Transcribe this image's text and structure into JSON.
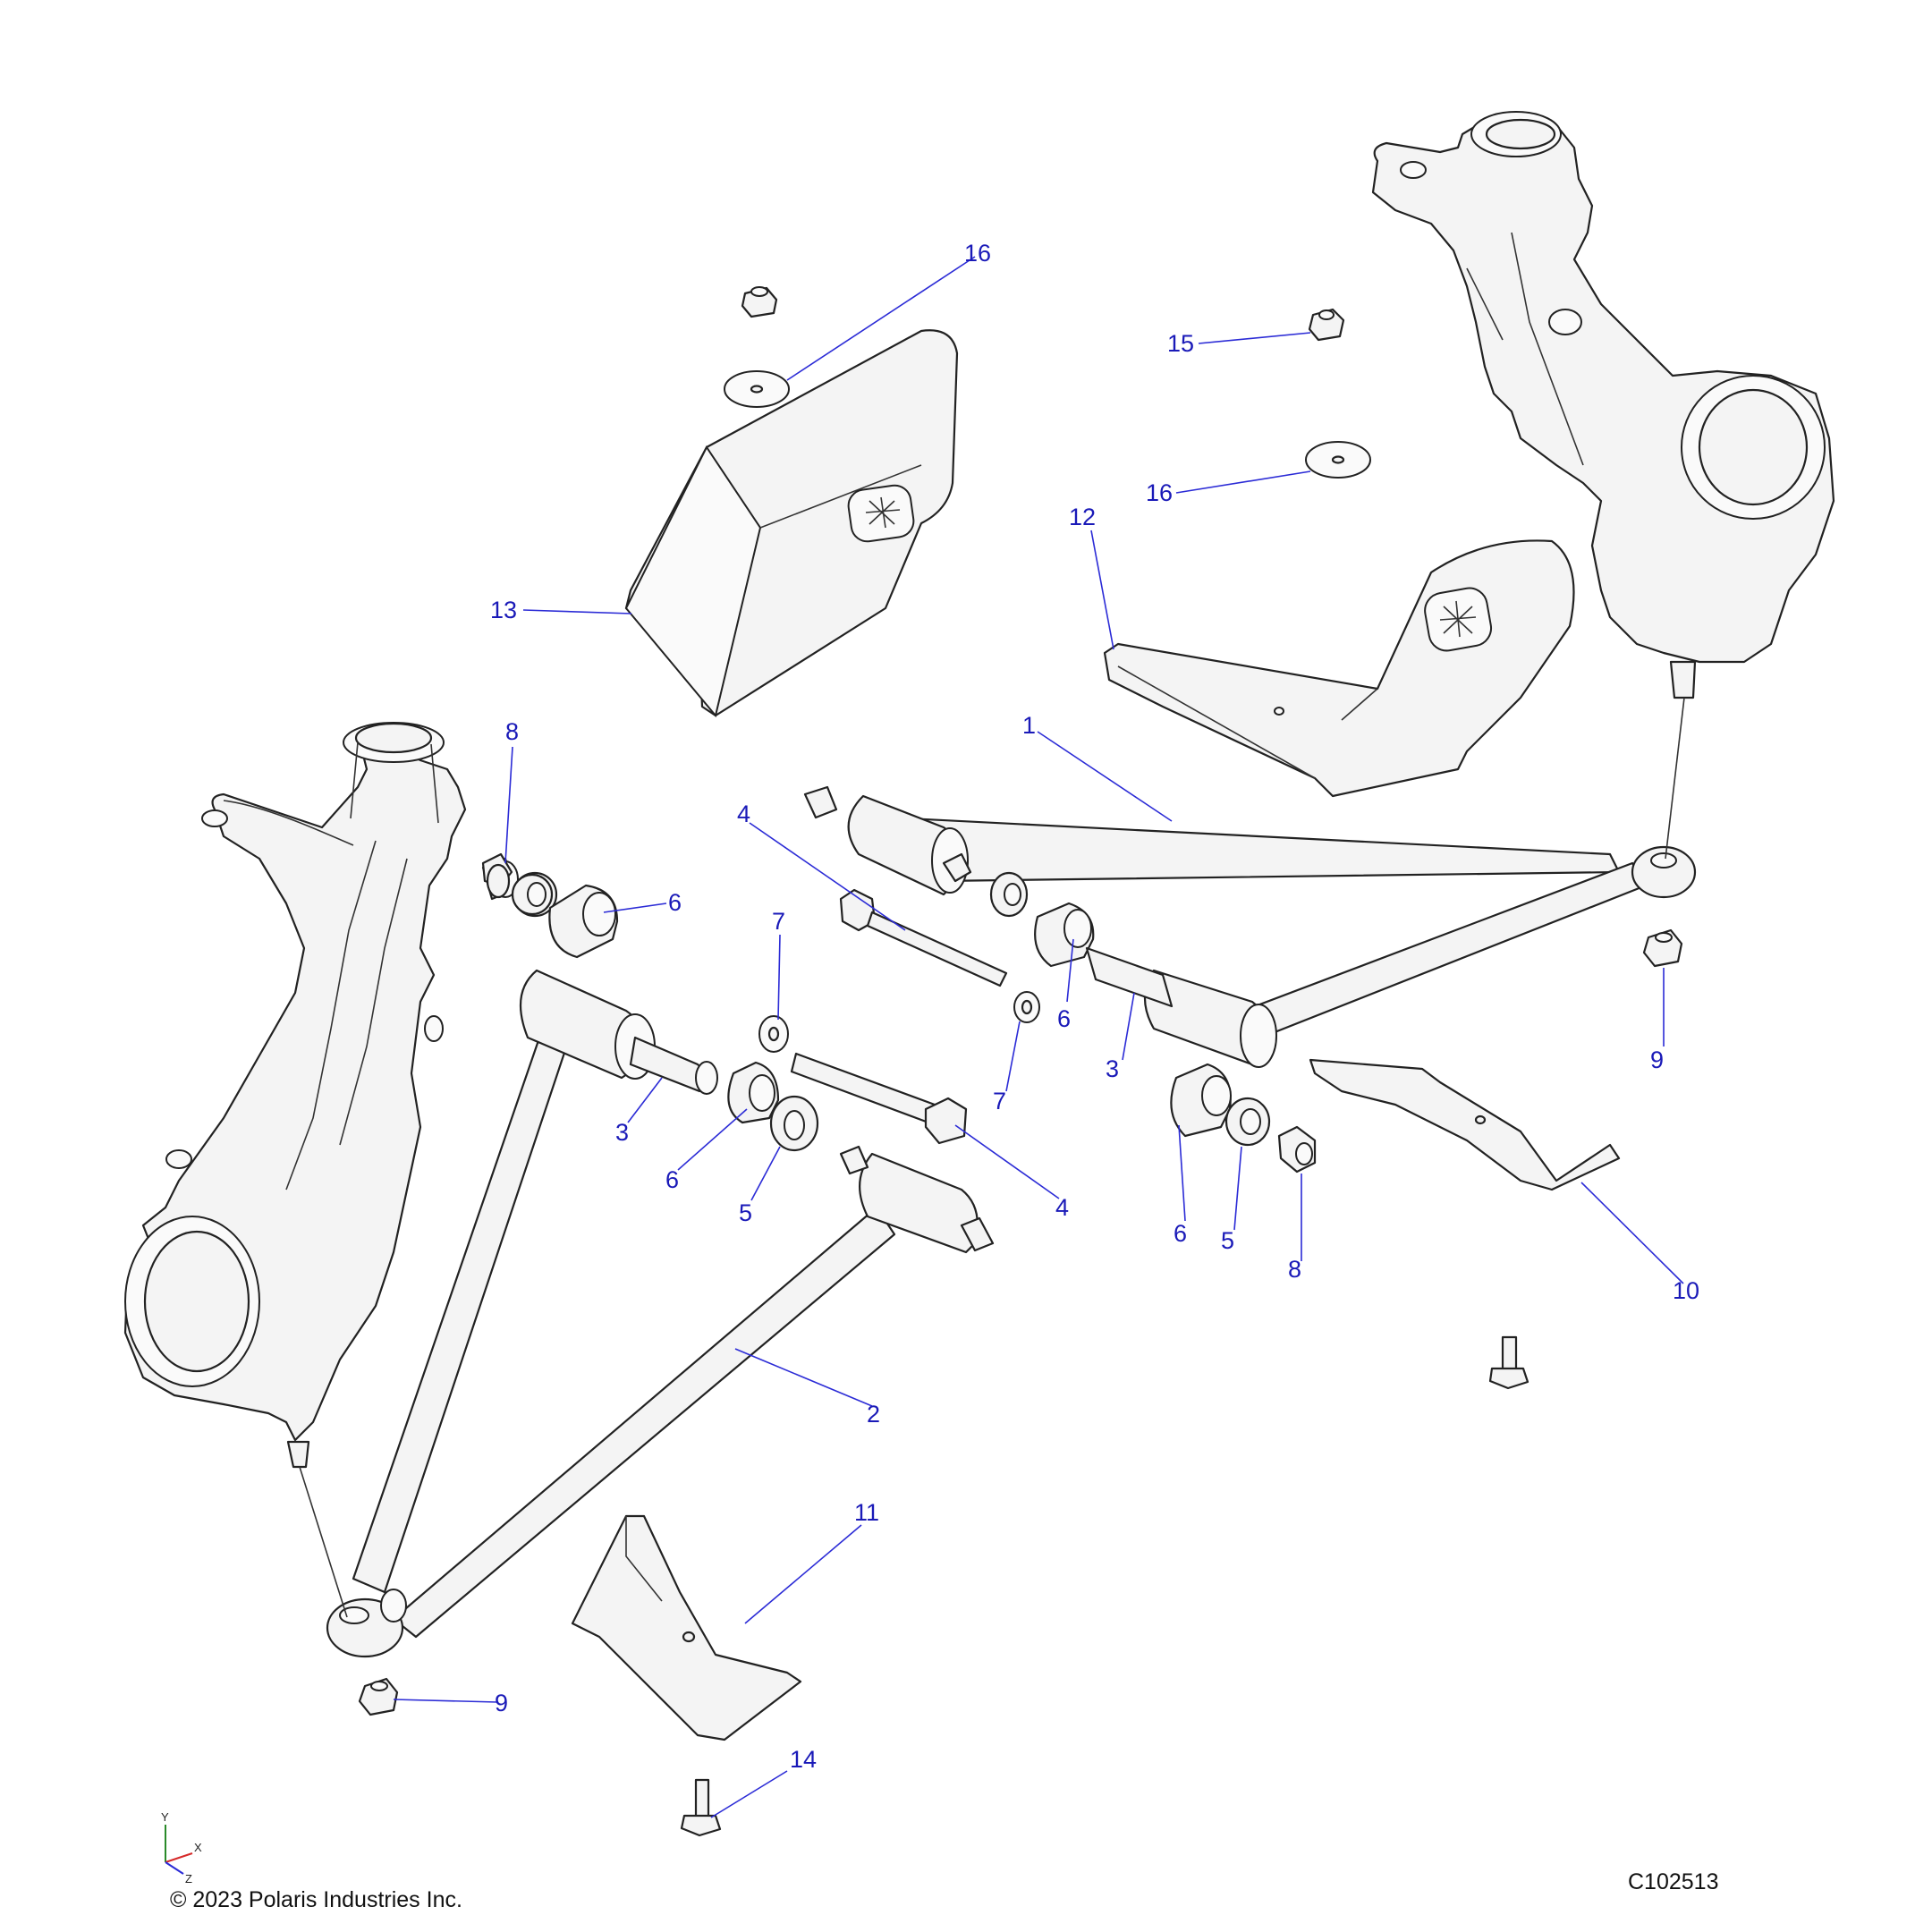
{
  "callouts": [
    {
      "id": "c16a",
      "label": "16"
    },
    {
      "id": "c15",
      "label": "15"
    },
    {
      "id": "c16b",
      "label": "16"
    },
    {
      "id": "c12",
      "label": "12"
    },
    {
      "id": "c13",
      "label": "13"
    },
    {
      "id": "c1",
      "label": "1"
    },
    {
      "id": "c8a",
      "label": "8"
    },
    {
      "id": "c4a",
      "label": "4"
    },
    {
      "id": "c6a",
      "label": "6"
    },
    {
      "id": "c7a",
      "label": "7"
    },
    {
      "id": "c6b",
      "label": "6"
    },
    {
      "id": "c3a",
      "label": "3"
    },
    {
      "id": "c7b",
      "label": "7"
    },
    {
      "id": "c9a",
      "label": "9"
    },
    {
      "id": "c3b",
      "label": "3"
    },
    {
      "id": "c6c",
      "label": "6"
    },
    {
      "id": "c5a",
      "label": "5"
    },
    {
      "id": "c4b",
      "label": "4"
    },
    {
      "id": "c6d",
      "label": "6"
    },
    {
      "id": "c5b",
      "label": "5"
    },
    {
      "id": "c8b",
      "label": "8"
    },
    {
      "id": "c10",
      "label": "10"
    },
    {
      "id": "c2",
      "label": "2"
    },
    {
      "id": "c11",
      "label": "11"
    },
    {
      "id": "c9b",
      "label": "9"
    },
    {
      "id": "c14",
      "label": "14"
    }
  ],
  "footer": {
    "copyright": "© 2023 Polaris Industries Inc.",
    "drawing_number": "C102513"
  },
  "axis": {
    "y": "Y",
    "x": "X",
    "z": "Z"
  }
}
